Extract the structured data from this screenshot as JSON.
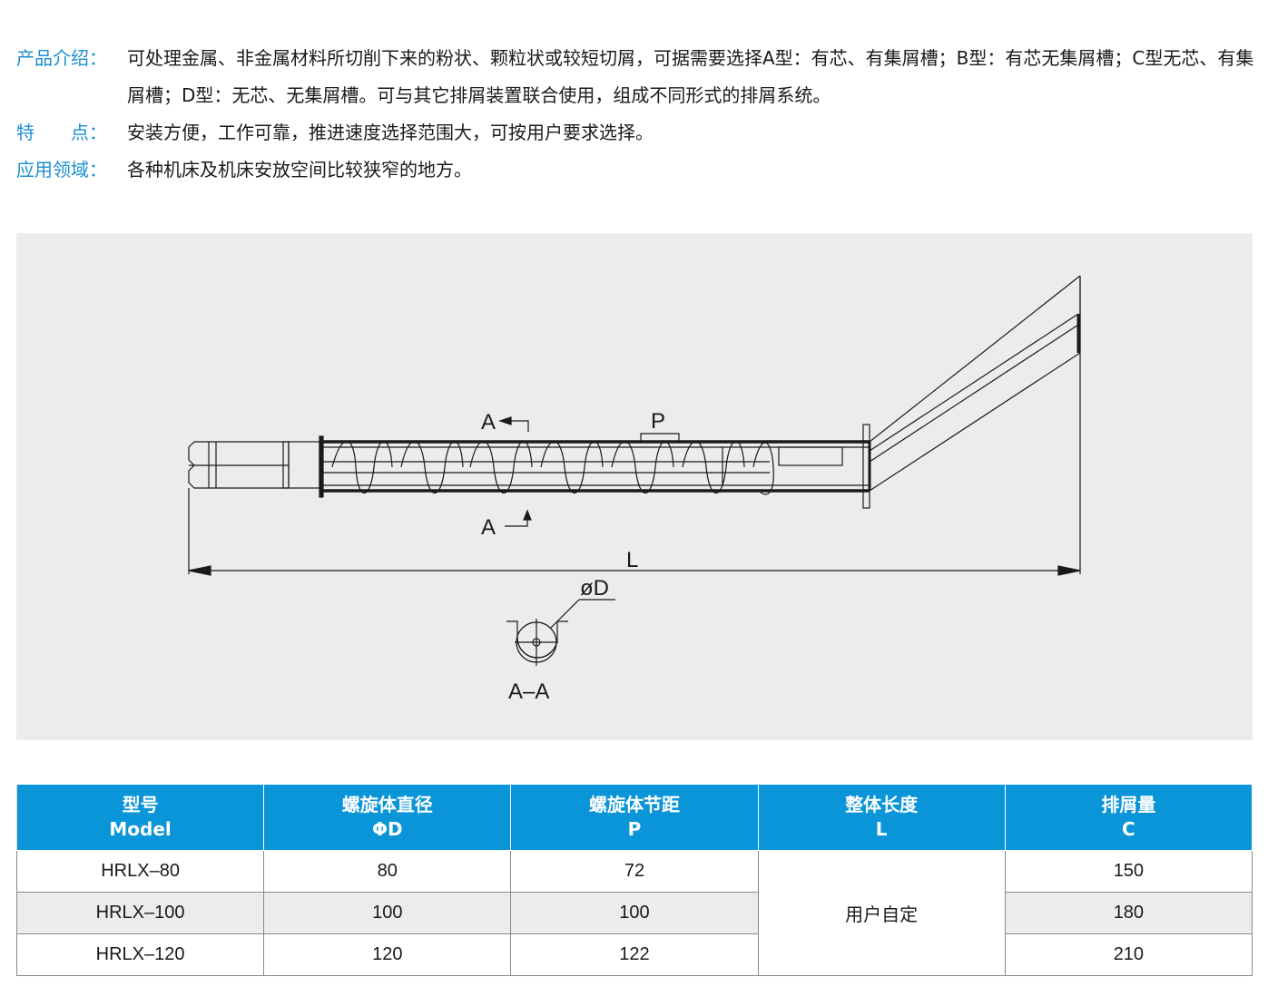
{
  "intro": {
    "items": [
      {
        "label": "产品介绍：",
        "text": "可处理金属、非金属材料所切削下来的粉状、颗粒状或较短切屑，可据需要选择A型：有芯、有集屑槽；B型：有芯无集屑槽；C型无芯、有集屑槽；D型：无芯、无集屑槽。可与其它排屑装置联合使用，组成不同形式的排屑系统。"
      },
      {
        "label": "特　　点：",
        "text": "安装方便，工作可靠，推进速度选择范围大，可按用户要求选择。"
      },
      {
        "label": "应用领域：",
        "text": "各种机床及机床安放空间比较狭窄的地方。"
      }
    ]
  },
  "drawing": {
    "labels": {
      "section_a_top": "A",
      "section_a_bottom": "A",
      "pitch": "P",
      "length": "L",
      "diameter": "øD",
      "section_view": "A–A"
    },
    "colors": {
      "background": "#ececec",
      "line": "#1a1a1a"
    }
  },
  "table": {
    "headers": [
      {
        "cn": "型号",
        "sub": "Model"
      },
      {
        "cn": "螺旋体直径",
        "sub": "ΦD"
      },
      {
        "cn": "螺旋体节距",
        "sub": "P"
      },
      {
        "cn": "整体长度",
        "sub": "L"
      },
      {
        "cn": "排屑量",
        "sub": "C"
      }
    ],
    "rows": [
      {
        "model": "HRLX–80",
        "diameter": "80",
        "pitch": "72",
        "capacity": "150"
      },
      {
        "model": "HRLX–100",
        "diameter": "100",
        "pitch": "100",
        "capacity": "180"
      },
      {
        "model": "HRLX–120",
        "diameter": "120",
        "pitch": "122",
        "capacity": "210"
      }
    ],
    "merged_length": "用户自定",
    "colors": {
      "header_bg": "#0a95d8",
      "header_text": "#ffffff",
      "alt_row": "#ececec",
      "label_blue": "#1a8fd0"
    }
  }
}
